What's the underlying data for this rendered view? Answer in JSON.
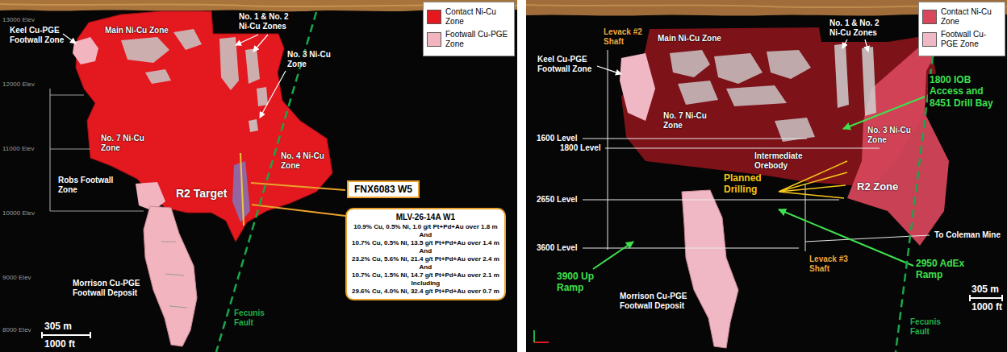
{
  "diagram": {
    "nodes": [
      {
        "text": [
          "FNX6083 W5"
        ]
      },
      {
        "text": [
          "MLV-26-14A W1",
          "10.9% Cu, 0.5% Ni, 1.0 g/t Pt+Pd+Au over 1.8 m",
          "And",
          "10.7% Cu, 0.5% Ni, 13.5 g/t Pt+Pd+Au over 1.4 m",
          "And",
          "23.2% Cu, 5.6% Ni, 21.4 g/t Pt+Pd+Au over 2.4 m",
          "And",
          "10.7% Cu, 1.5% Ni, 14.7 g/t Pt+Pd+Au over 2.1 m",
          "Including",
          "29.6% Cu, 4.0% Ni, 32.4 g/t Pt+Pd+Au over 0.7 m"
        ]
      }
    ],
    "labels": [
      "13000 Elev",
      "12000 Elev",
      "11000 Elev",
      "10000 Elev",
      "9000 Elev",
      "8000 Elev",
      "Keel Cu-PGE Footwall Zone",
      "Main Ni-Cu Zone",
      "No. 1 & No. 2 Ni-Cu Zones",
      "No. 3 Ni-Cu Zone",
      "No. 7 Ni-Cu Zone",
      "No. 4 Ni-Cu Zone",
      "Robs Footwall Zone",
      "R2 Target",
      "Morrison Cu-PGE Footwall Deposit",
      "Fecunis Fault",
      "305 m",
      "1000 ft",
      "Levack #2 Shaft",
      "Main Ni-Cu Zone",
      "No. 1 & No. 2 Ni-Cu Zones",
      "Keel Cu-PGE Footwall Zone",
      "1800 IOB Access and 8451 Drill Bay",
      "1600 Level",
      "1800 Level",
      "No. 7 Ni-Cu Zone",
      "Intermediate Orebody",
      "No. 3 Ni-Cu Zone",
      "2650 Level",
      "Planned Drilling",
      "R2 Zone",
      "To Coleman Mine",
      "3600 Level",
      "Levack #3 Shaft",
      "3900 Up Ramp",
      "2950 AdEx Ramp",
      "Morrison Cu-PGE Footwall Deposit",
      "Fecunis Fault",
      "305 m",
      "1000 ft"
    ],
    "legend": [
      {
        "text": "Contact Ni-Cu Zone",
        "color": "#e3191f"
      },
      {
        "text": "Footwall Cu-PGE Zone",
        "color": "#f2b4bf"
      },
      {
        "text": "Contact Ni-Cu Zone",
        "color": "#d9475c"
      },
      {
        "text": "Footwall Cu-PGE Zone",
        "color": "#f0b8c4"
      }
    ]
  }
}
